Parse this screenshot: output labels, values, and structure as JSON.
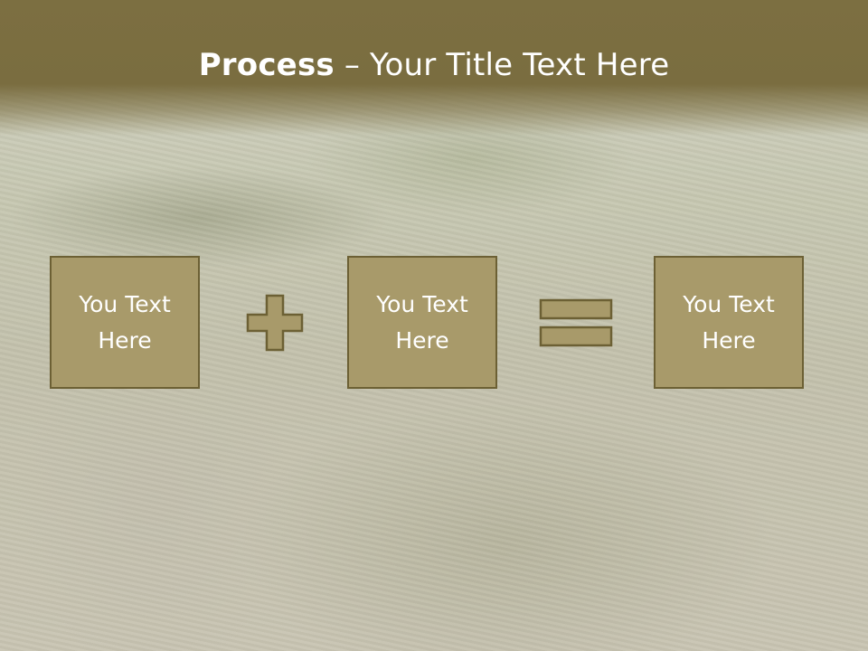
{
  "header": {
    "title_bold": "Process",
    "title_rest": " – Your Title Text Here"
  },
  "process": {
    "boxes": [
      {
        "text": "You Text\nHere"
      },
      {
        "text": "You Text\nHere"
      },
      {
        "text": "You Text\nHere"
      }
    ],
    "operators": [
      "plus-icon",
      "equals-icon"
    ]
  },
  "colors": {
    "header": "#7a6d40",
    "box_fill": "#a89a6a",
    "box_border": "#6c6034",
    "text": "#ffffff"
  }
}
